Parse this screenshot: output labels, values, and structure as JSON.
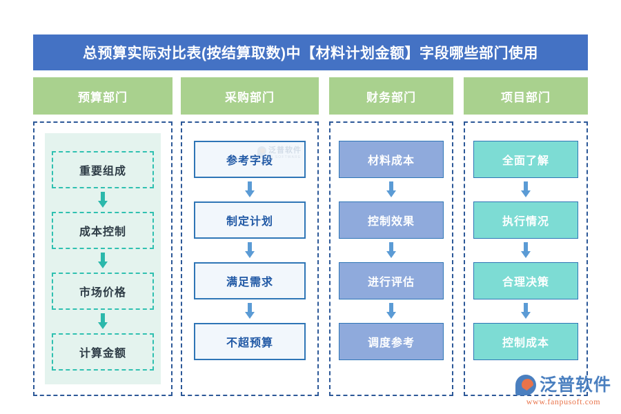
{
  "title": {
    "text": "总预算实际对比表(按结算取数)中【材料计划金额】字段哪些部门使用",
    "bar_color": "#4472c4"
  },
  "header_style": {
    "fill": "#a9d18e",
    "text_color": "#ffffff"
  },
  "columns": [
    {
      "header": "预算部门",
      "style": "style-dashed-teal",
      "panel": "mint",
      "panel_color": "#e4f3ee",
      "box_border_color": "#2fc0b0",
      "arrow_color": "#2bb8ab",
      "steps": [
        "重要组成",
        "成本控制",
        "市场价格",
        "计算金额"
      ]
    },
    {
      "header": "采购部门",
      "style": "style-outline-blue",
      "panel": "plain",
      "box_border_color": "#2e75b6",
      "box_fill_color": "#f2f7fc",
      "text_color": "#2159a5",
      "arrow_color": "#5b9bd5",
      "steps": [
        "参考字段",
        "制定计划",
        "满足需求",
        "不超预算"
      ]
    },
    {
      "header": "财务部门",
      "style": "style-fill-periwinkle",
      "panel": "plain",
      "box_fill_color": "#8faadc",
      "text_color": "#ffffff",
      "arrow_color": "#5b9bd5",
      "steps": [
        "材料成本",
        "控制效果",
        "进行评估",
        "调度参考"
      ]
    },
    {
      "header": "项目部门",
      "style": "style-fill-turquoise",
      "panel": "plain",
      "box_fill_color": "#7ddcd4",
      "text_color": "#ffffff",
      "arrow_color": "#5b9bd5",
      "steps": [
        "全面了解",
        "执行情况",
        "合理决策",
        "控制成本"
      ]
    }
  ],
  "watermark": {
    "cn": "泛普软件",
    "en": "FANPU SOFTWARE"
  },
  "logo": {
    "cn": "泛普软件",
    "url": "www.fanpusoft.com"
  }
}
